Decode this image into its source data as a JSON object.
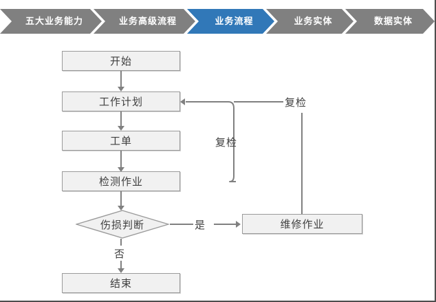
{
  "breadcrumb": {
    "name": "business-architecture-breadcrumb",
    "items": [
      {
        "label": "五大业务能力",
        "state": "inactive",
        "color": "#808080"
      },
      {
        "label": "业务高级流程",
        "state": "inactive",
        "color": "#808080"
      },
      {
        "label": "业务流程",
        "state": "active",
        "color": "#3178B8"
      },
      {
        "label": "业务实体",
        "state": "inactive",
        "color": "#808080"
      },
      {
        "label": "数据实体",
        "state": "inactive",
        "color": "#808080"
      }
    ]
  },
  "flowchart": {
    "nodes": {
      "start": {
        "label": "开始",
        "shape": "rect"
      },
      "work_plan": {
        "label": "工作计划",
        "shape": "rect"
      },
      "work_order": {
        "label": "工单",
        "shape": "rect"
      },
      "inspection": {
        "label": "检测作业",
        "shape": "rect"
      },
      "decision": {
        "label": "伤损判断",
        "shape": "diamond"
      },
      "repair": {
        "label": "维修作业",
        "shape": "rect"
      },
      "end": {
        "label": "结束",
        "shape": "rect"
      }
    },
    "edge_labels": {
      "yes": "是",
      "no": "否",
      "recheck_inner": "复检",
      "recheck_outer": "复检"
    }
  },
  "colors": {
    "accent_blue": "#3178B8",
    "chevron_gray": "#808080",
    "node_fill": "#F1F1F1",
    "node_border": "#9A9A9A",
    "connector": "#808080",
    "text": "#3F3F3F"
  }
}
